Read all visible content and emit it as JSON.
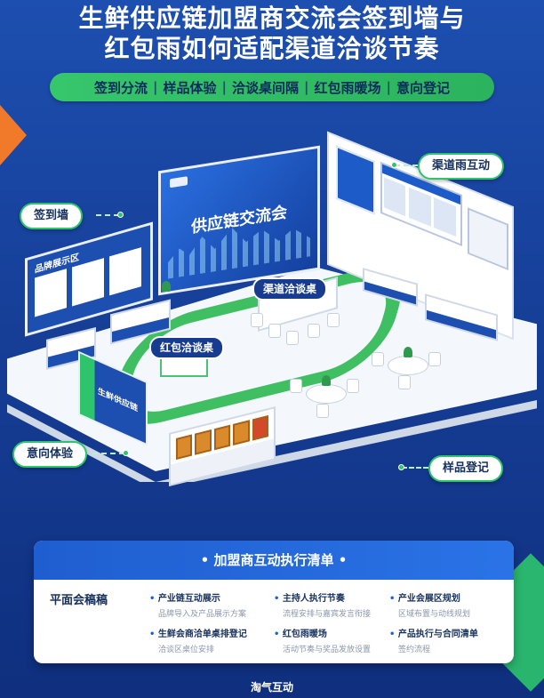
{
  "header": {
    "title_line1": "生鲜供应链加盟商交流会签到墙与",
    "title_line2": "红包雨如何适配渠道洽谈节奏",
    "tags": [
      "签到分流",
      "样品体验",
      "洽谈桌间隔",
      "红包雨暖场",
      "意向登记"
    ]
  },
  "scene": {
    "main_sign": "供应链交流会",
    "brand_zone_label": "品牌展示区",
    "zone_channel_table": "渠道洽谈桌",
    "zone_redpack_table": "红包洽谈桌",
    "sign_text": "生鲜供应链"
  },
  "callouts": {
    "sign_wall": "签到墙",
    "channel_rain": "渠道雨互动",
    "intent_experience": "意向体验",
    "sample_register": "样品登记"
  },
  "checklist": {
    "title": "加盟商互动执行清单",
    "left_label": "平面会稿稿",
    "items": [
      {
        "title": "产业链互动展示",
        "sub": "品牌导入及产品展示方案"
      },
      {
        "title": "主持人执行节奏",
        "sub": "流程安排与嘉宾发言衔接"
      },
      {
        "title": "产业会展区规划",
        "sub": "区域布置与动线规划"
      },
      {
        "title": "生鲜会商洽单桌排登记",
        "sub": "洽谈区桌位安排"
      },
      {
        "title": "红包雨暖场",
        "sub": "活动节奏与奖品发放设置"
      },
      {
        "title": "产品执行与合同清单",
        "sub": "签约流程"
      }
    ]
  },
  "footer": {
    "brand": "淘气互动"
  },
  "colors": {
    "background": "#1d4fb0",
    "accent_green": "#2ec46b",
    "accent_orange": "#f07a2a",
    "text_dark": "#16305c"
  }
}
